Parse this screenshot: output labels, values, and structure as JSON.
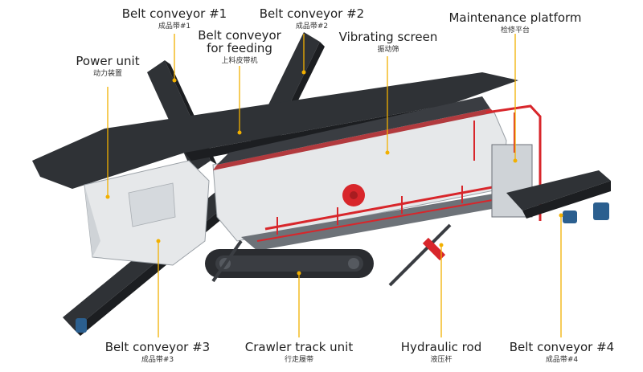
{
  "labels": {
    "belt1": {
      "en": "Belt conveyor #1",
      "zh": "成品带#1"
    },
    "belt2": {
      "en": "Belt conveyor #2",
      "zh": "成品带#2"
    },
    "feeding": {
      "en1": "Belt conveyor",
      "en2": "for feeding",
      "zh": "上料皮带机"
    },
    "vibrating": {
      "en": "Vibrating screen",
      "zh": "振动筛"
    },
    "maintenance": {
      "en": "Maintenance platform",
      "zh": "检修平台"
    },
    "power": {
      "en": "Power unit",
      "zh": "动力装置"
    },
    "belt3": {
      "en": "Belt conveyor #3",
      "zh": "成品带#3"
    },
    "crawler": {
      "en": "Crawler track unit",
      "zh": "行走履带"
    },
    "hydraulic": {
      "en": "Hydraulic rod",
      "zh": "液压杆"
    },
    "belt4": {
      "en": "Belt conveyor #4",
      "zh": "成品带#4"
    }
  },
  "colors": {
    "accent_red": "#d8262b",
    "leader_yellow": "#f2b000",
    "belt_dark": "#2f3236",
    "panel_grey": "#e6e8ea",
    "drum_blue": "#2b5f8f"
  }
}
